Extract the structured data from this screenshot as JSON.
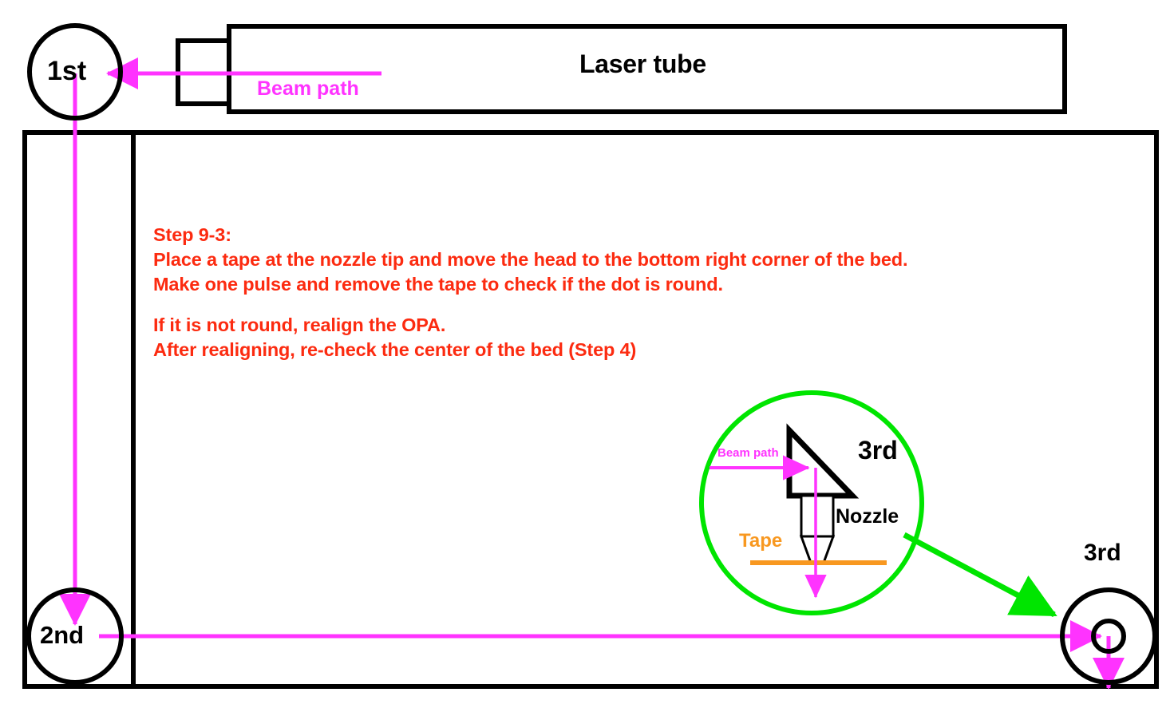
{
  "diagram": {
    "title": "Laser alignment Step 9-3 diagram",
    "colors": {
      "beam": "#ff33ff",
      "instruction_text": "#fc2b10",
      "detail_circle": "#00e500",
      "tape": "#f89820",
      "outline": "#000000"
    },
    "laser_tube": {
      "label": "Laser tube"
    },
    "mirrors": {
      "first": "1st",
      "second": "2nd",
      "third_bed": "3rd",
      "third_detail": "3rd"
    },
    "beam_labels": {
      "main": "Beam path",
      "detail": "Beam path"
    },
    "detail_view": {
      "nozzle_label": "Nozzle",
      "tape_label": "Tape",
      "mirror_label": "3rd"
    },
    "instructions": {
      "heading": "Step 9-3:",
      "lines": [
        "Place a tape at the nozzle tip and move the head to the bottom right corner of the bed.",
        "Make one pulse and remove the tape to check if the dot is round."
      ],
      "lines2": [
        "If it is not round, realign the OPA.",
        "After realigning, re-check the center of the bed (Step 4)"
      ]
    }
  }
}
